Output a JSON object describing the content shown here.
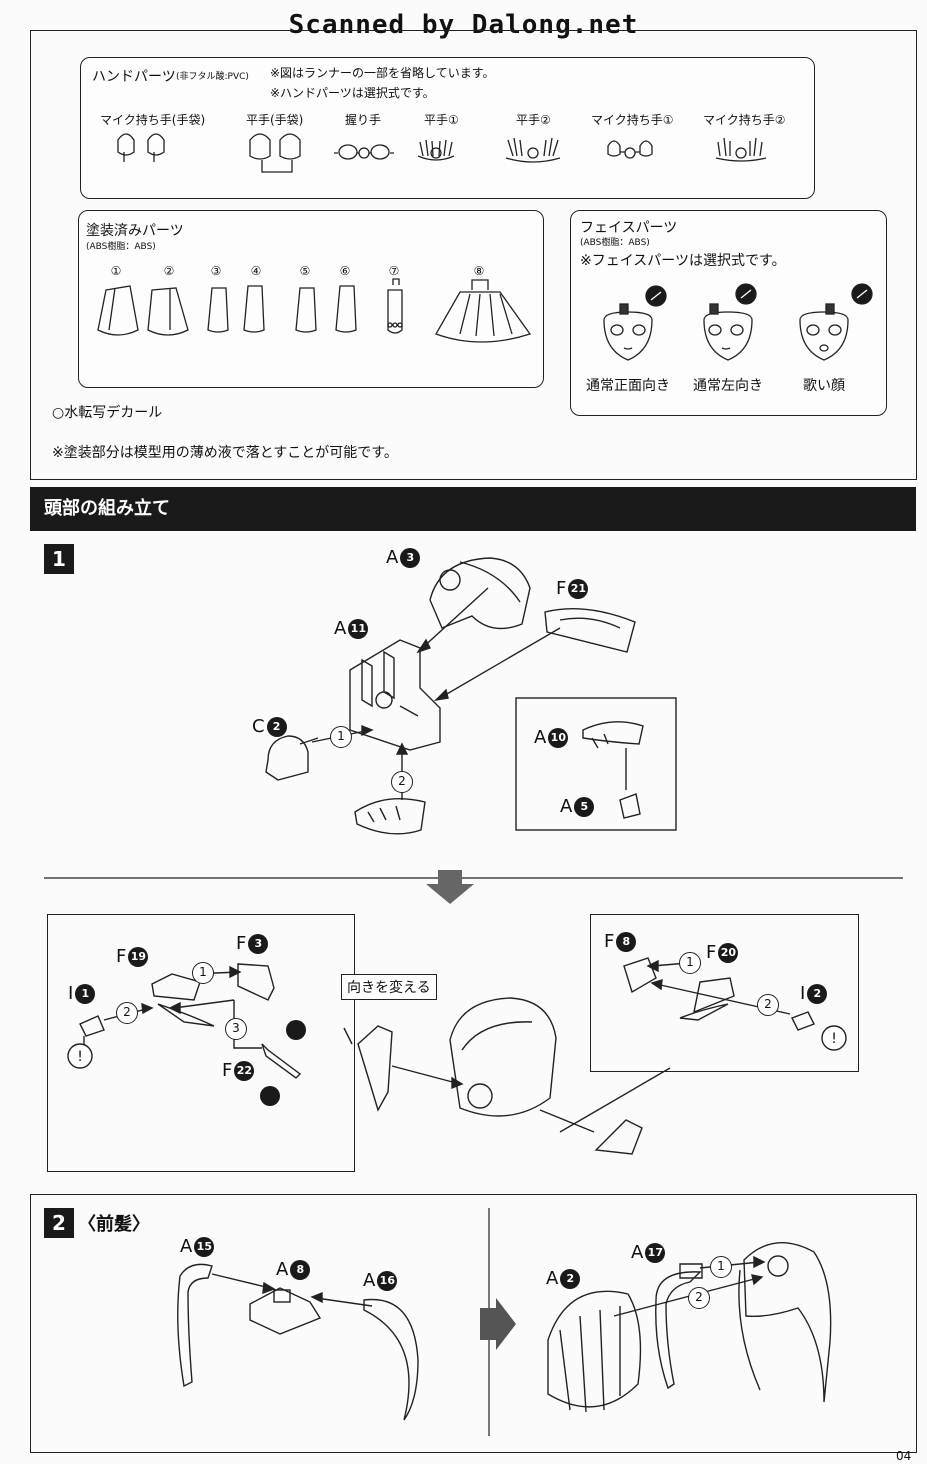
{
  "watermark": "Scanned by Dalong.net",
  "hand_parts": {
    "title": "ハンドパーツ",
    "material": "(非フタル酸:PVC)",
    "note1": "※図はランナーの一部を省略しています。",
    "note2": "※ハンドパーツは選択式です。",
    "items": [
      "マイク持ち手(手袋)",
      "平手(手袋)",
      "握り手",
      "平手①",
      "平手②",
      "マイク持ち手①",
      "マイク持ち手②"
    ]
  },
  "painted_parts": {
    "title": "塗装済みパーツ",
    "material": "(ABS樹脂：ABS)",
    "numbers": [
      "①",
      "②",
      "③",
      "④",
      "⑤",
      "⑥",
      "⑦",
      "⑧"
    ]
  },
  "face_parts": {
    "title": "フェイスパーツ",
    "material": "(ABS樹脂：ABS)",
    "note": "※フェイスパーツは選択式です。",
    "items": [
      "通常正面向き",
      "通常左向き",
      "歌い顔"
    ]
  },
  "decal": "○水転写デカール",
  "paint_note": "※塗装部分は模型用の薄め液で落とすことが可能です。",
  "section_title": "頭部の組み立て",
  "step1": {
    "number": "1",
    "labels": [
      {
        "runner": "A",
        "num": "3"
      },
      {
        "runner": "F",
        "num": "21"
      },
      {
        "runner": "A",
        "num": "11"
      },
      {
        "runner": "C",
        "num": "2"
      },
      {
        "runner": "A",
        "num": "10"
      },
      {
        "runner": "A",
        "num": "5"
      }
    ],
    "order": [
      "1",
      "2"
    ]
  },
  "substep": {
    "left_labels": [
      {
        "runner": "F",
        "num": "19"
      },
      {
        "runner": "F",
        "num": "3"
      },
      {
        "runner": "I",
        "num": "1"
      },
      {
        "runner": "F",
        "num": "22"
      }
    ],
    "left_order": [
      "1",
      "2",
      "3"
    ],
    "right_labels": [
      {
        "runner": "F",
        "num": "8"
      },
      {
        "runner": "F",
        "num": "20"
      },
      {
        "runner": "I",
        "num": "2"
      }
    ],
    "right_order": [
      "1",
      "2"
    ],
    "callout": "向きを変える"
  },
  "step2": {
    "number": "2",
    "title": "〈前髪〉",
    "labels_left": [
      {
        "runner": "A",
        "num": "15"
      },
      {
        "runner": "A",
        "num": "8"
      },
      {
        "runner": "A",
        "num": "16"
      }
    ],
    "labels_right": [
      {
        "runner": "A",
        "num": "17"
      },
      {
        "runner": "A",
        "num": "2"
      }
    ],
    "order": [
      "1",
      "2"
    ]
  },
  "page_number": "04"
}
